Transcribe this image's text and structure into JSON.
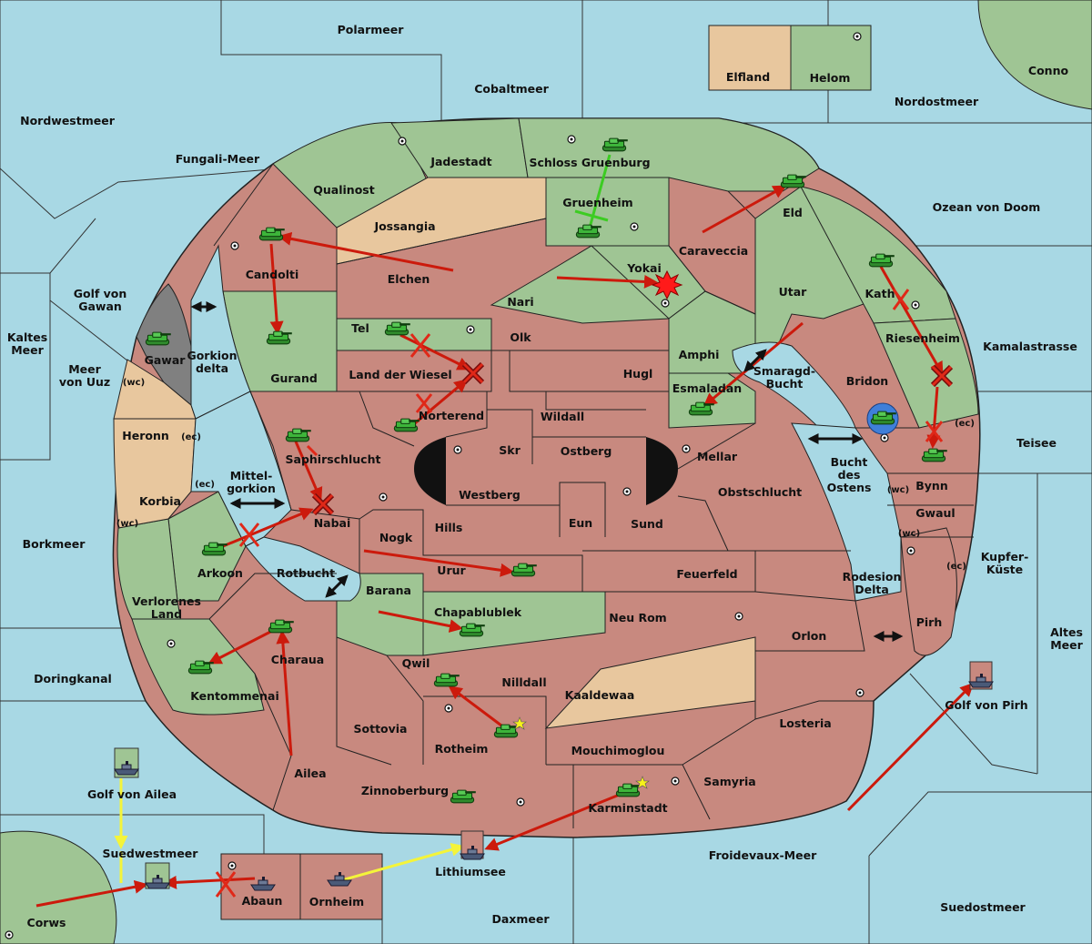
{
  "colors": {
    "sea": "#a8d8e4",
    "neutral_land": "#e8c79e",
    "green_power": "#9fc594",
    "red_power": "#c8897f",
    "impassable": "#808080",
    "order_arrow": "#cc1a0c",
    "convoy_arrow": "#f4f43a",
    "support_arrow": "#3ccc22",
    "unit_green": "#3db53a",
    "unit_navy": "#4a5a78"
  },
  "seas": {
    "polarmeer": "Polarmeer",
    "cobaltmeer": "Cobaltmeer",
    "nordwestmeer": "Nordwestmeer",
    "fungali": "Fungali-Meer",
    "nordostmeer": "Nordostmeer",
    "ozean": "Ozean von Doom",
    "golf_gawan": "Golf von Gawan",
    "kaltes_meer": "Kaltes Meer",
    "meer_uuz": "Meer von Uuz",
    "kamalastrasse": "Kamalastrasse",
    "teisee": "Teisee",
    "borkmeer": "Borkmeer",
    "kupferkueste": "Kupfer-Küste",
    "altes_meer": "Altes Meer",
    "doringkanal": "Doringkanal",
    "golf_ailea": "Golf von Ailea",
    "suedwestmeer": "Suedwestmeer",
    "corws": "Corws",
    "daxmeer": "Daxmeer",
    "lithiumsee": "Lithiumsee",
    "froidevaux": "Froidevaux-Meer",
    "suedostmeer": "Suedostmeer",
    "golf_pirh": "Golf von Pirh",
    "conno": "Conno",
    "rotbucht": "Rotbucht",
    "smaragd": "Smaragd-Bucht",
    "bucht_ostens": "Bucht des Ostens",
    "mittelgorkion": "Mittel-gorkion",
    "gorkion_delta": "Gorkion delta",
    "rodesion_delta": "Rodesion Delta"
  },
  "lands": {
    "elfland": "Elfland",
    "helom": "Helom",
    "qualinost": "Qualinost",
    "jadestadt": "Jadestadt",
    "schloss": "Schloss Gruenburg",
    "gruenheim": "Gruenheim",
    "jossangia": "Jossangia",
    "caraveccia": "Caraveccia",
    "eld": "Eld",
    "candolti": "Candolti",
    "elchen": "Elchen",
    "nari": "Nari",
    "yokai": "Yokai",
    "utar": "Utar",
    "kath": "Kath",
    "gawar": "Gawar",
    "gurand": "Gurand",
    "tel": "Tel",
    "olk": "Olk",
    "amphi": "Amphi",
    "riesenheim": "Riesenheim",
    "land_wiesel": "Land der Wiesel",
    "hugl": "Hugl",
    "bridon": "Bridon",
    "esmaladan": "Esmaladan",
    "heronn": "Heronn",
    "norterend": "Norterend",
    "wildall": "Wildall",
    "skr": "Skr",
    "ostberg": "Ostberg",
    "mellar": "Mellar",
    "saphirschlucht": "Saphirschlucht",
    "westberg": "Westberg",
    "obstschlucht": "Obstschlucht",
    "bynn": "Bynn",
    "korbia": "Korbia",
    "nabai": "Nabai",
    "hills": "Hills",
    "eun": "Eun",
    "sund": "Sund",
    "gwaul": "Gwaul",
    "nogk": "Nogk",
    "arkoon": "Arkoon",
    "urur": "Urur",
    "feuerfeld": "Feuerfeld",
    "barana": "Barana",
    "verlorenes": "Verlorenes Land",
    "pirh": "Pirh",
    "chapablublek": "Chapablublek",
    "neu_rom": "Neu Rom",
    "orlon": "Orlon",
    "charaua": "Charaua",
    "qwil": "Qwil",
    "nilldall": "Nilldall",
    "kaaldewaa": "Kaaldewaa",
    "kentommenai": "Kentommenai",
    "rotheim": "Rotheim",
    "sottovia": "Sottovia",
    "mouchimoglou": "Mouchimoglou",
    "losteria": "Losteria",
    "ailea": "Ailea",
    "samyria": "Samyria",
    "zinnoberburg": "Zinnoberburg",
    "karminstadt": "Karminstadt",
    "abaun": "Abaun",
    "ornheim": "Ornheim"
  },
  "coast_labels": {
    "wc": "(wc)",
    "ec": "(ec)"
  }
}
